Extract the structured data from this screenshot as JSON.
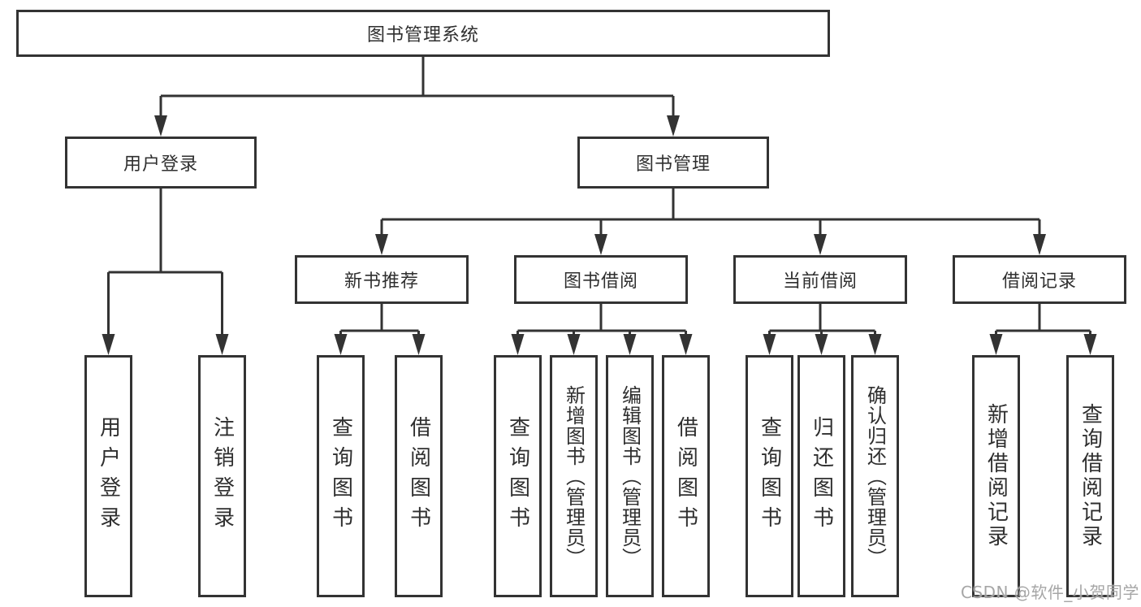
{
  "nodes": {
    "root": "图书管理系统",
    "l2": {
      "user_login": "用户登录",
      "book_mgmt": "图书管理"
    },
    "l3": {
      "new_book": "新书推荐",
      "book_borrow": "图书借阅",
      "current_borrow": "当前借阅",
      "borrow_record": "借阅记录"
    },
    "leaves": {
      "user_login_children": [
        "用户登录",
        "注销登录"
      ],
      "new_book_children": [
        "查询图书",
        "借阅图书"
      ],
      "book_borrow_children": [
        "查询图书",
        "新增图书（管理员）",
        "编辑图书（管理员）",
        "借阅图书"
      ],
      "current_borrow_children": [
        "查询图书",
        "归还图书",
        "确认归还（管理员）"
      ],
      "borrow_record_children": [
        "新增借阅记录",
        "查询借阅记录"
      ]
    }
  },
  "watermark": "CSDN @软件_小贺同学",
  "colors": {
    "line": "#333333",
    "box_border": "#333333",
    "box_bg": "#ffffff",
    "text": "#2f2f2f",
    "watermark": "#9e9e9e"
  }
}
